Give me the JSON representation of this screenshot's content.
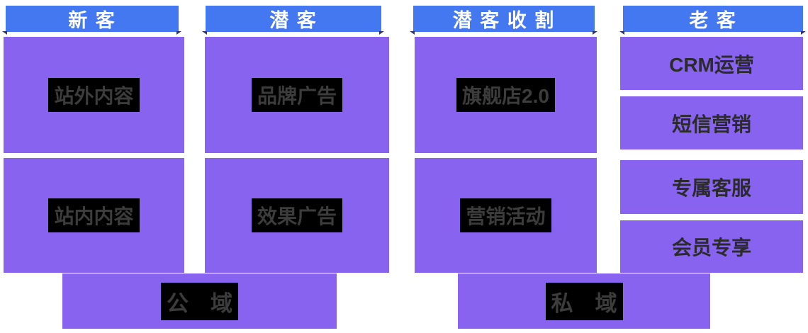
{
  "colors": {
    "header_blue": "#4478F0",
    "box_purple": "#8763F0",
    "highlight_black": "#000000",
    "dark_text": "#2b2b2b",
    "fold_dark": "#34346a"
  },
  "columns": [
    {
      "header": "新 客",
      "cells": [
        {
          "label": "站外内容"
        },
        {
          "label": "站内内容"
        }
      ]
    },
    {
      "header": "潜 客",
      "cells": [
        {
          "label": "品牌广告"
        },
        {
          "label": "效果广告"
        }
      ]
    },
    {
      "header": "潜 客 收 割",
      "cells": [
        {
          "label": "旗舰店2.0"
        },
        {
          "label": "营销活动"
        }
      ]
    },
    {
      "header": "老 客",
      "cells": [
        {
          "label": "CRM运营"
        },
        {
          "label": "短信营销"
        },
        {
          "label": "专属客服"
        },
        {
          "label": "会员专享"
        }
      ]
    }
  ],
  "footer": {
    "left_label": "公　域",
    "right_label": "私　域"
  }
}
